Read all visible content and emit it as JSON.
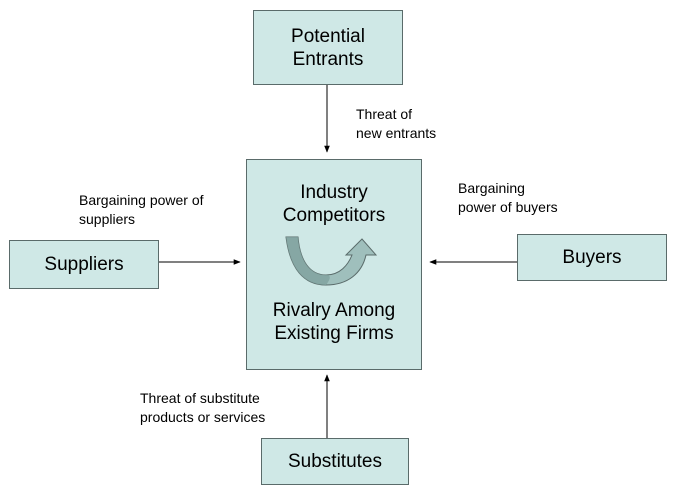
{
  "boxes": {
    "potential_entrants": "Potential\nEntrants",
    "suppliers": "Suppliers",
    "buyers": "Buyers",
    "substitutes": "Substitutes",
    "center_top": "Industry\nCompetitors",
    "center_bottom": "Rivalry Among\nExisting Firms"
  },
  "labels": {
    "threat_new_entrants": "Threat of\nnew entrants",
    "bargaining_suppliers": "Bargaining power of\nsuppliers",
    "bargaining_buyers": "Bargaining\npower of buyers",
    "threat_substitutes": "Threat of substitute\nproducts or services"
  },
  "colors": {
    "box_fill": "#cfe8e6",
    "box_border": "#5a6b6a",
    "arrow": "#000000",
    "curve_arrow_fill": "#9fbfbc"
  },
  "icons": {
    "center": "curved-u-turn-arrow-icon"
  }
}
